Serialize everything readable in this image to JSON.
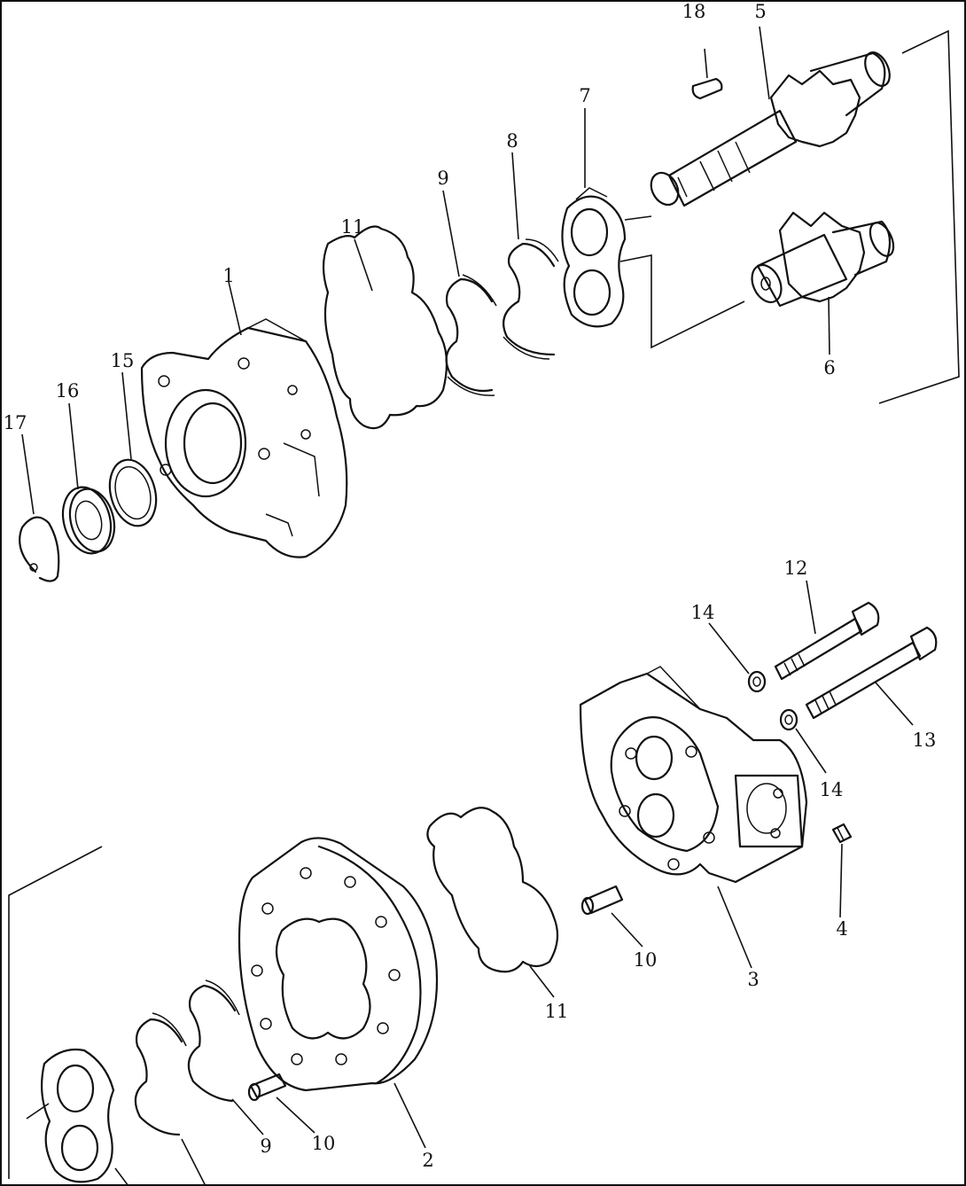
{
  "callouts": [
    {
      "id": "c18",
      "text": "18"
    },
    {
      "id": "c5",
      "text": "5"
    },
    {
      "id": "c7",
      "text": "7"
    },
    {
      "id": "c8",
      "text": "8"
    },
    {
      "id": "c9a",
      "text": "9"
    },
    {
      "id": "c11a",
      "text": "11"
    },
    {
      "id": "c1",
      "text": "1"
    },
    {
      "id": "c15",
      "text": "15"
    },
    {
      "id": "c16",
      "text": "16"
    },
    {
      "id": "c17",
      "text": "17"
    },
    {
      "id": "c6",
      "text": "6"
    },
    {
      "id": "c12",
      "text": "12"
    },
    {
      "id": "c14a",
      "text": "14"
    },
    {
      "id": "c13",
      "text": "13"
    },
    {
      "id": "c14b",
      "text": "14"
    },
    {
      "id": "c4",
      "text": "4"
    },
    {
      "id": "c10a",
      "text": "10"
    },
    {
      "id": "c3",
      "text": "3"
    },
    {
      "id": "c11b",
      "text": "11"
    },
    {
      "id": "c9b",
      "text": "9"
    },
    {
      "id": "c10b",
      "text": "10"
    },
    {
      "id": "c2",
      "text": "2"
    }
  ]
}
